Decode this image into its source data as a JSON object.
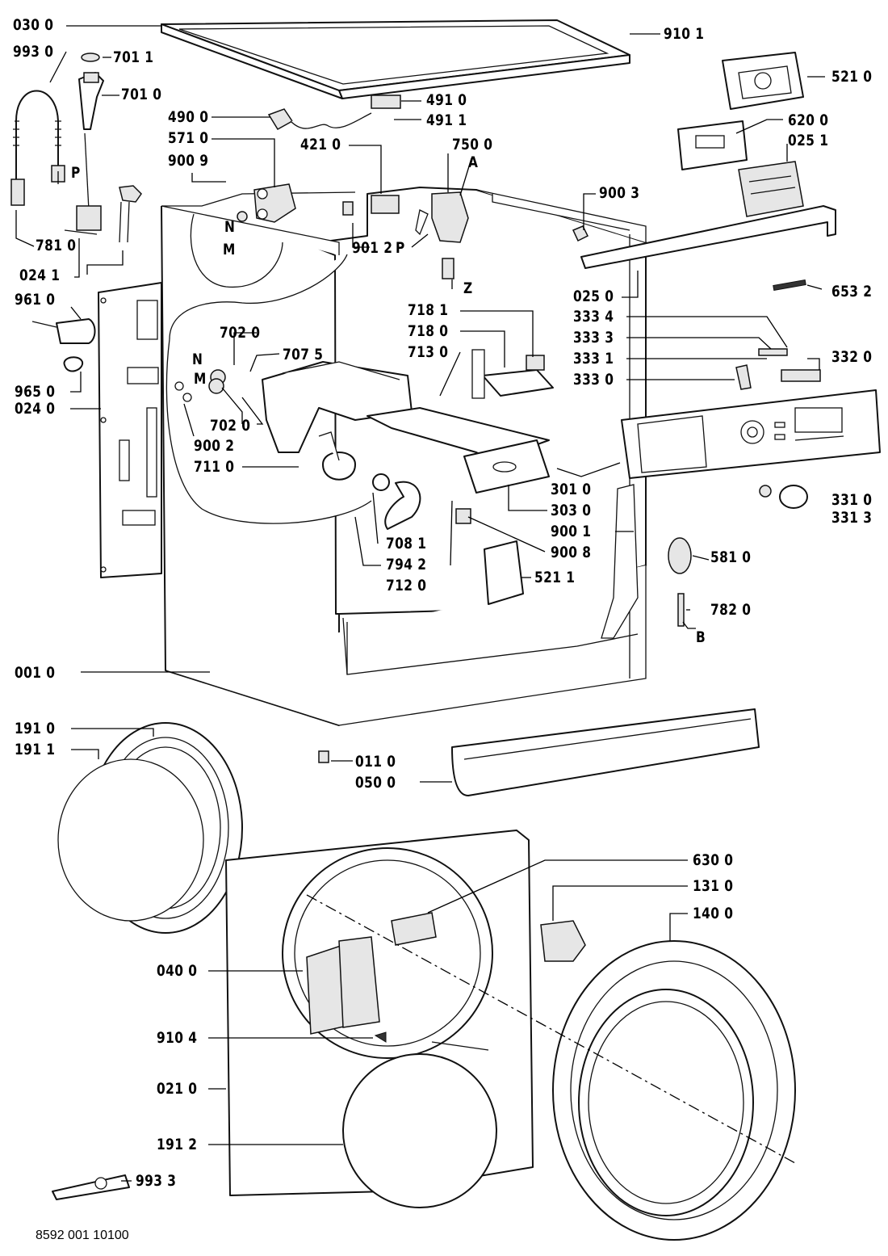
{
  "diagram": {
    "type": "exploded-parts-view",
    "footer_code": "8592 001 10100",
    "labels": [
      {
        "id": "l-0300",
        "text": "030 0"
      },
      {
        "id": "l-9930",
        "text": "993 0"
      },
      {
        "id": "l-7011",
        "text": "701 1"
      },
      {
        "id": "l-7010",
        "text": "701 0"
      },
      {
        "id": "l-P1",
        "text": "P"
      },
      {
        "id": "l-7810",
        "text": "781 0"
      },
      {
        "id": "l-0241",
        "text": "024 1"
      },
      {
        "id": "l-9610",
        "text": "961 0"
      },
      {
        "id": "l-9650",
        "text": "965 0"
      },
      {
        "id": "l-0240",
        "text": "024 0"
      },
      {
        "id": "l-4900",
        "text": "490 0"
      },
      {
        "id": "l-5710",
        "text": "571 0"
      },
      {
        "id": "l-9009",
        "text": "900 9"
      },
      {
        "id": "l-N1",
        "text": "N"
      },
      {
        "id": "l-M1",
        "text": "M"
      },
      {
        "id": "l-4910",
        "text": "491 0"
      },
      {
        "id": "l-4911",
        "text": "491 1"
      },
      {
        "id": "l-4210",
        "text": "421 0"
      },
      {
        "id": "l-7500",
        "text": "750 0"
      },
      {
        "id": "l-A",
        "text": "A"
      },
      {
        "id": "l-9012",
        "text": "901 2"
      },
      {
        "id": "l-P2",
        "text": "P"
      },
      {
        "id": "l-Z",
        "text": "Z"
      },
      {
        "id": "l-9101",
        "text": "910 1"
      },
      {
        "id": "l-5210",
        "text": "521 0"
      },
      {
        "id": "l-6200",
        "text": "620 0"
      },
      {
        "id": "l-0251",
        "text": "025 1"
      },
      {
        "id": "l-9003",
        "text": "900 3"
      },
      {
        "id": "l-0250",
        "text": "025 0"
      },
      {
        "id": "l-6532",
        "text": "653 2"
      },
      {
        "id": "l-3334",
        "text": "333 4"
      },
      {
        "id": "l-3333",
        "text": "333 3"
      },
      {
        "id": "l-3331",
        "text": "333 1"
      },
      {
        "id": "l-3330",
        "text": "333 0"
      },
      {
        "id": "l-3320",
        "text": "332 0"
      },
      {
        "id": "l-7181",
        "text": "718 1"
      },
      {
        "id": "l-7180",
        "text": "718 0"
      },
      {
        "id": "l-7130",
        "text": "713 0"
      },
      {
        "id": "l-7020a",
        "text": "702 0"
      },
      {
        "id": "l-N2",
        "text": "N"
      },
      {
        "id": "l-7075",
        "text": "707 5"
      },
      {
        "id": "l-M2",
        "text": "M"
      },
      {
        "id": "l-7020b",
        "text": "702 0"
      },
      {
        "id": "l-9002",
        "text": "900 2"
      },
      {
        "id": "l-7110",
        "text": "711 0"
      },
      {
        "id": "l-3010",
        "text": "301 0"
      },
      {
        "id": "l-3030",
        "text": "303 0"
      },
      {
        "id": "l-9001",
        "text": "900 1"
      },
      {
        "id": "l-9008",
        "text": "900 8"
      },
      {
        "id": "l-7081",
        "text": "708 1"
      },
      {
        "id": "l-7942",
        "text": "794 2"
      },
      {
        "id": "l-7120",
        "text": "712 0"
      },
      {
        "id": "l-5211",
        "text": "521 1"
      },
      {
        "id": "l-3310",
        "text": "331 0"
      },
      {
        "id": "l-3313",
        "text": "331 3"
      },
      {
        "id": "l-5810",
        "text": "581 0"
      },
      {
        "id": "l-7820",
        "text": "782 0"
      },
      {
        "id": "l-B",
        "text": "B"
      },
      {
        "id": "l-0010",
        "text": "001 0"
      },
      {
        "id": "l-1910",
        "text": "191 0"
      },
      {
        "id": "l-1911",
        "text": "191 1"
      },
      {
        "id": "l-0110",
        "text": "011 0"
      },
      {
        "id": "l-0500",
        "text": "050 0"
      },
      {
        "id": "l-6300",
        "text": "630 0"
      },
      {
        "id": "l-1310",
        "text": "131 0"
      },
      {
        "id": "l-1400",
        "text": "140 0"
      },
      {
        "id": "l-0400",
        "text": "040 0"
      },
      {
        "id": "l-9104",
        "text": "910 4"
      },
      {
        "id": "l-0210",
        "text": "021 0"
      },
      {
        "id": "l-1912",
        "text": "191 2"
      },
      {
        "id": "l-9933",
        "text": "993 3"
      }
    ]
  }
}
